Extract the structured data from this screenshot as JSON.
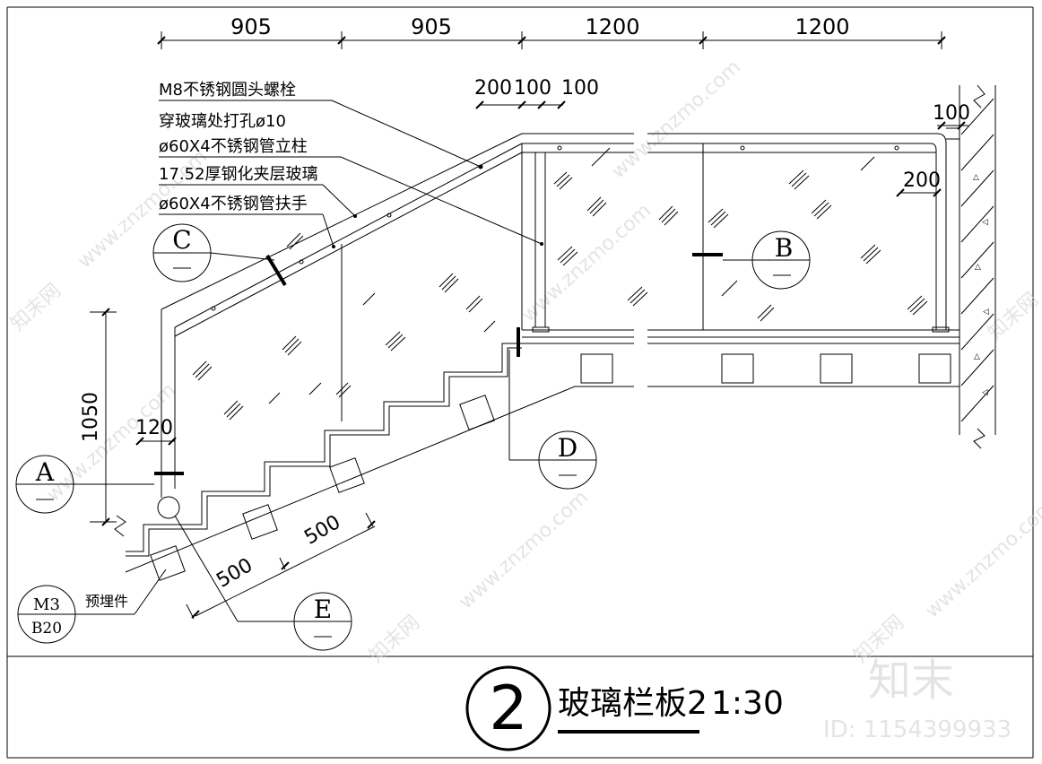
{
  "dimensions": {
    "top": [
      "905",
      "905",
      "1200",
      "1200"
    ],
    "small": [
      "200",
      "100",
      "100"
    ],
    "wall_gap": "100",
    "post_offset": "200",
    "height": "1050",
    "edge": "120",
    "steps": [
      "500",
      "500"
    ]
  },
  "callouts": [
    "M8不锈钢圆头螺栓",
    "穿玻璃处打孔ø10",
    "ø60X4不锈钢管立柱",
    "17.52厚钢化夹层玻璃",
    "ø60X4不锈钢管扶手"
  ],
  "embed_label": "预埋件",
  "detail_markers": {
    "a": "A",
    "b": "B",
    "c": "C",
    "d": "D",
    "e": "E",
    "m3": "M3",
    "b20": "B20"
  },
  "title_block": {
    "number": "2",
    "name": "玻璃栏板2",
    "scale": "1:30"
  },
  "watermark": {
    "text": "www.znzmo.com",
    "brand": "知末网",
    "logo": "知末",
    "id": "ID: 1154399933"
  }
}
